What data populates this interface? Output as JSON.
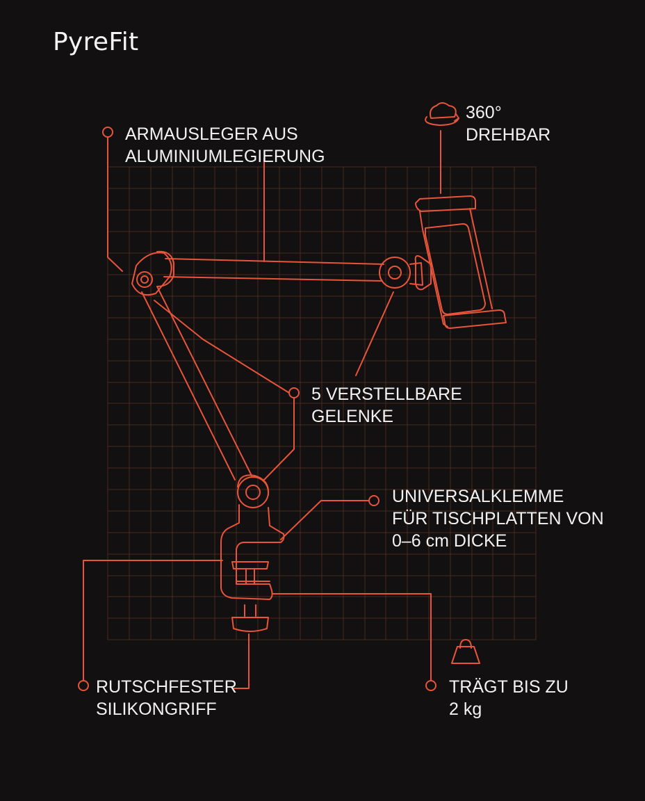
{
  "brand": "PyreFit",
  "colors": {
    "background": "#121010",
    "accent": "#e8553a",
    "grid": "#4a2a1e",
    "text": "#f2f2f2"
  },
  "icons": [
    "rotate-360-icon",
    "weight-icon"
  ],
  "callouts": {
    "arm": {
      "line1": "ARMAUSLEGER AUS",
      "line2": "ALUMINIUMLEGIERUNG"
    },
    "rotation": {
      "line1": "360°",
      "line2": "DREHBAR"
    },
    "joints": {
      "line1": "5 VERSTELLBARE",
      "line2": "GELENKE"
    },
    "clamp": {
      "line1": "UNIVERSALKLEMME",
      "line2": "FÜR TISCHPLATTEN VON",
      "line3": "0–6 cm DICKE"
    },
    "grip": {
      "line1": "RUTSCHFESTER",
      "line2": "SILIKONGRIFF"
    },
    "load": {
      "line1": "TRÄGT BIS ZU",
      "line2": "2 kg"
    }
  }
}
